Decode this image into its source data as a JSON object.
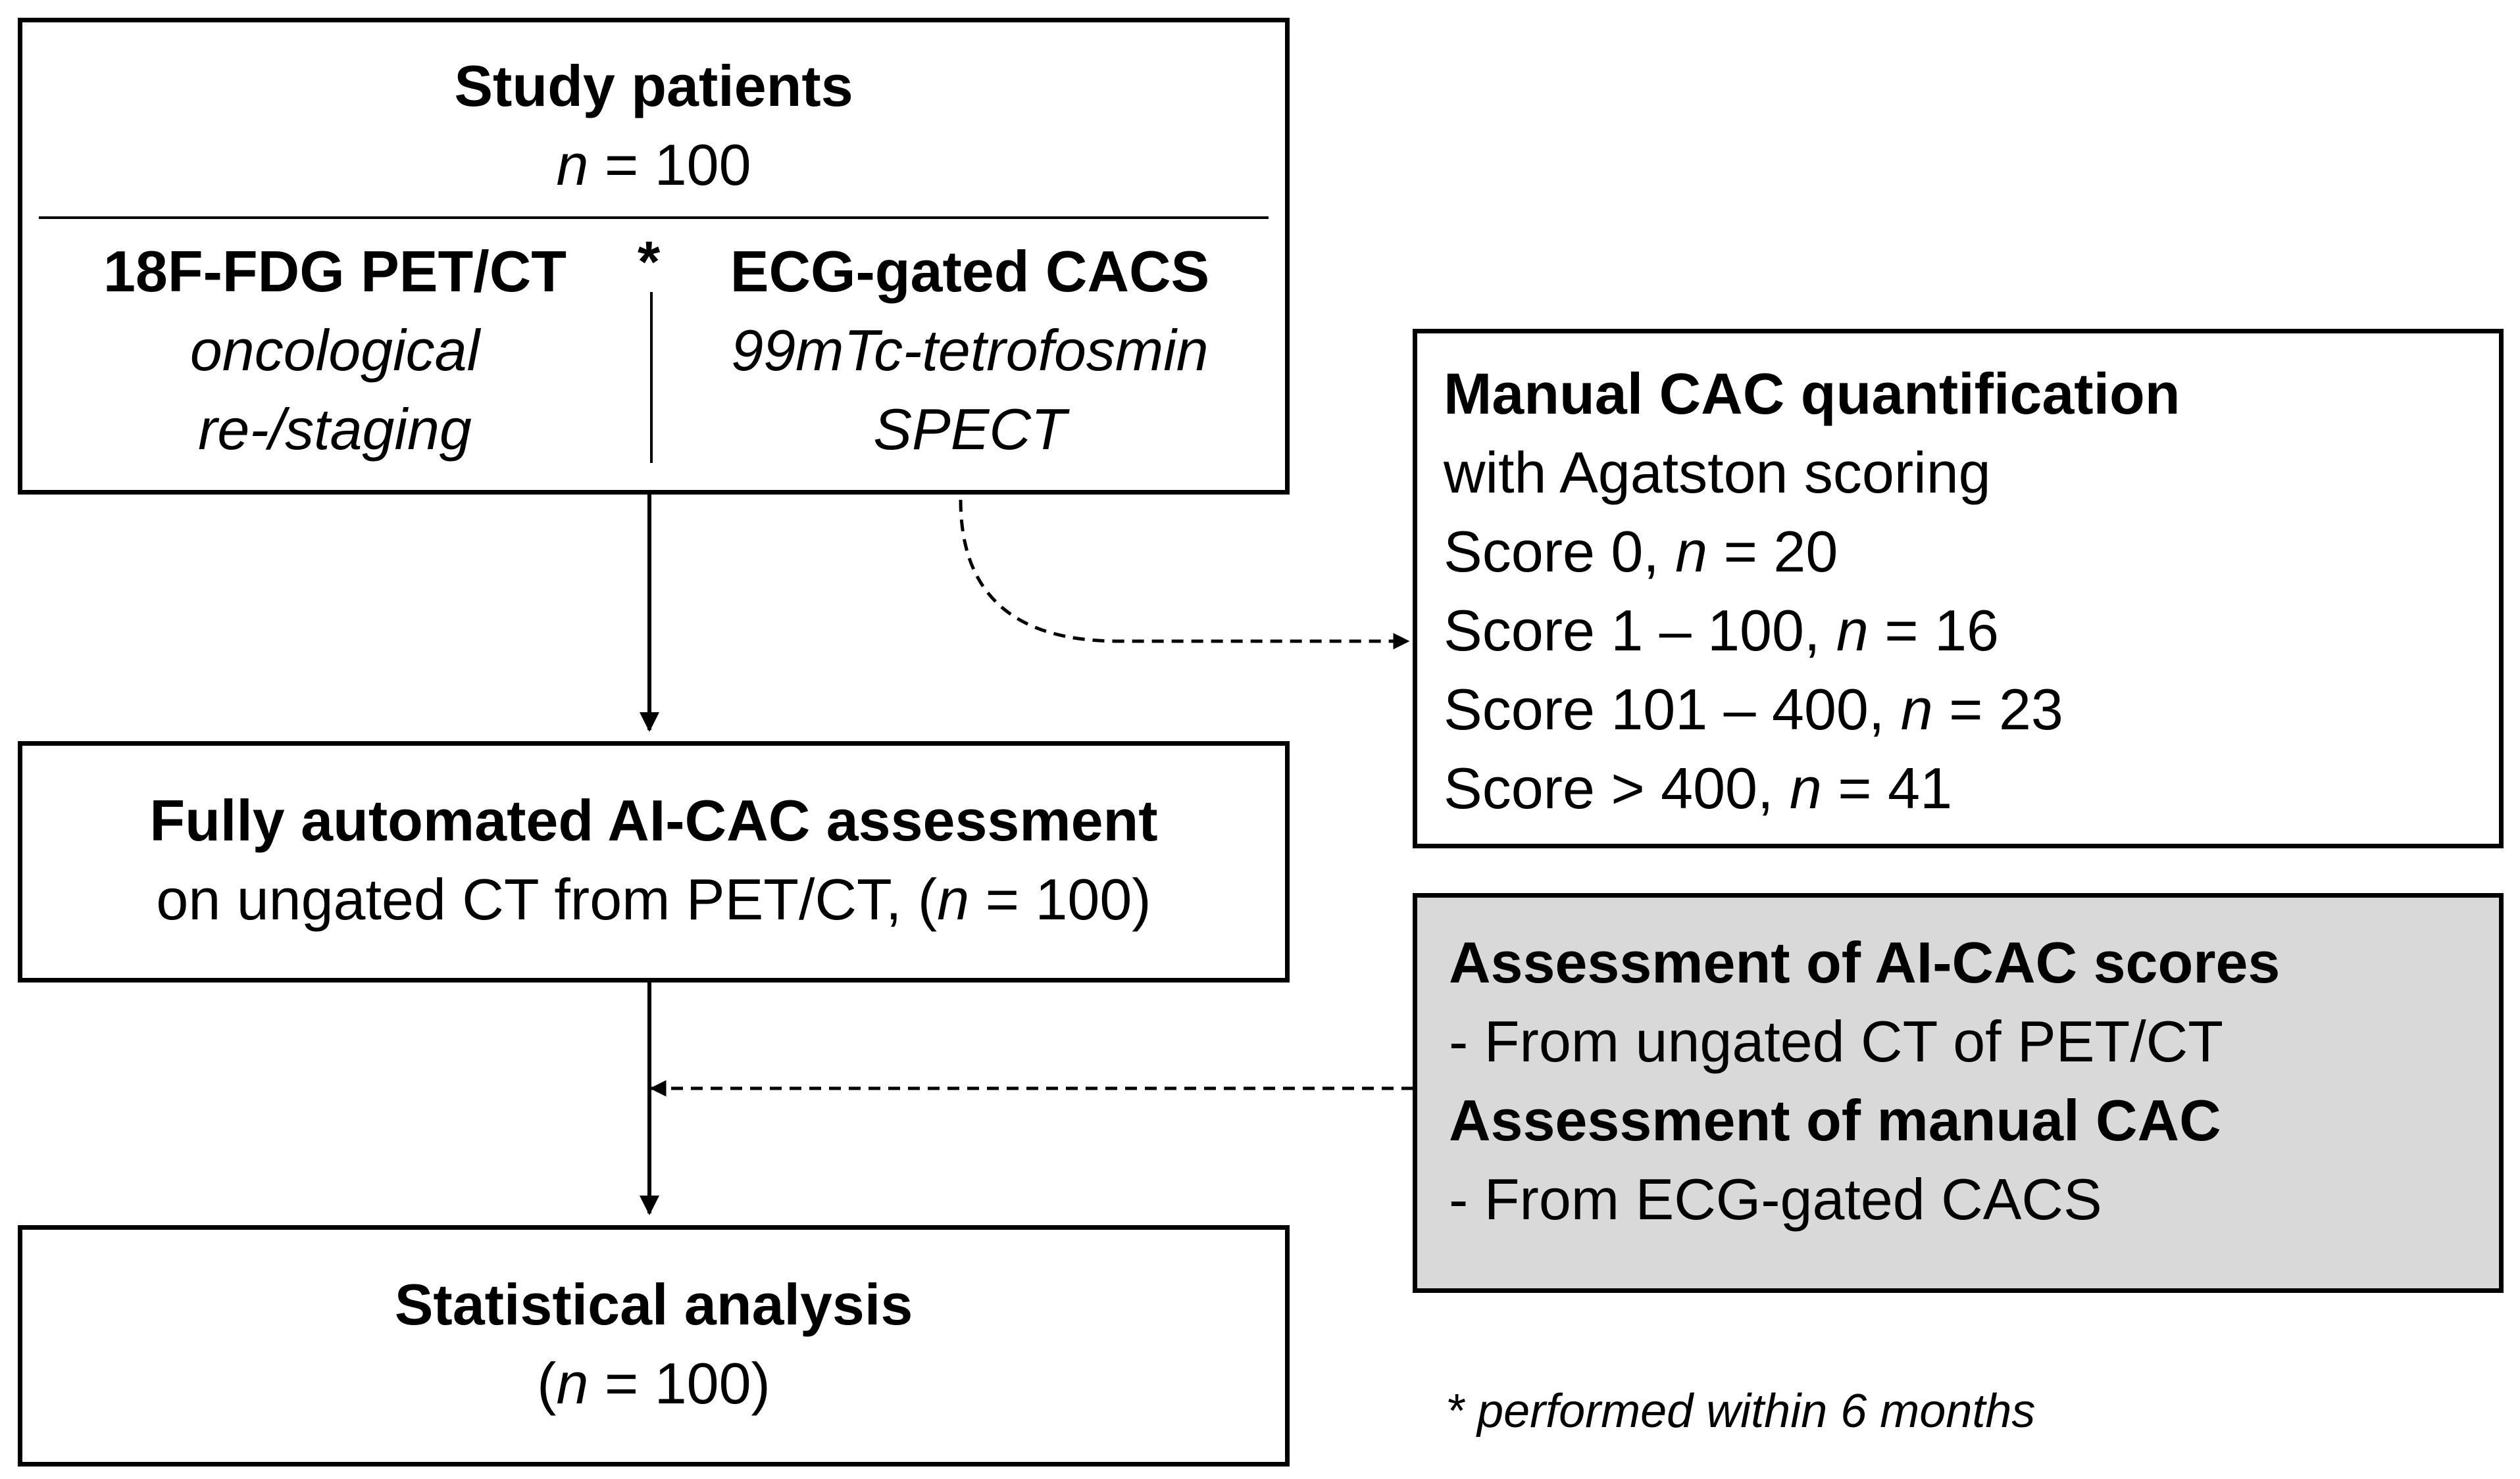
{
  "study": {
    "title": "Study patients",
    "n_prefix": "n",
    "n_suffix": " = 100",
    "left_title": "18F-FDG PET/CT",
    "left_line1": "oncological",
    "left_line2": "re-/staging",
    "asterisk": "*",
    "right_title": "ECG-gated CACS",
    "right_line1": "99mTc-tetrofosmin",
    "right_line2": "SPECT"
  },
  "ai_box": {
    "title": "Fully automated AI-CAC assessment",
    "line_prefix": "on ungated CT from PET/CT, (",
    "line_n": "n",
    "line_suffix": " = 100)"
  },
  "stats_box": {
    "title": "Statistical analysis",
    "line_prefix": "(",
    "line_n": "n",
    "line_suffix": " = 100)"
  },
  "manual_box": {
    "title": "Manual CAC quantification",
    "subtitle": "with Agatston scoring",
    "n_letter": "n",
    "scores": [
      {
        "label": "Score 0, ",
        "value": " = 20"
      },
      {
        "label": "Score 1 – 100, ",
        "value": " = 16"
      },
      {
        "label": "Score 101 – 400, ",
        "value": " = 23"
      },
      {
        "label": "Score > 400, ",
        "value": " = 41"
      }
    ]
  },
  "assessment_box": {
    "title1": "Assessment of AI-CAC scores",
    "item1": "- From ungated CT of PET/CT",
    "title2": "Assessment of manual CAC",
    "item2": "- From ECG-gated CACS",
    "fill": "#d9d9d9"
  },
  "footnote": "* performed within 6 months"
}
